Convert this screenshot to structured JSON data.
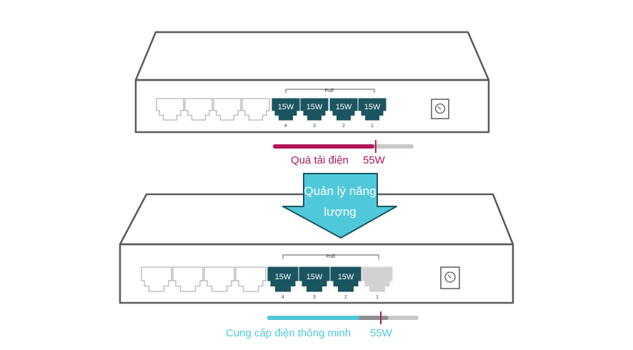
{
  "colors": {
    "outline": "#5a5a5a",
    "port_active": "#1b5560",
    "port_idle": "#d2d2d2",
    "overload": "#b0175a",
    "smart": "#4fc8d9",
    "bar_track": "#c8c8c8",
    "bar_gray_fill": "#8e8e8e",
    "arrow_fill": "#4fc8d9"
  },
  "top_switch": {
    "poe_label": "PoE",
    "ports": [
      {
        "number": "4",
        "label": "15W",
        "active": true
      },
      {
        "number": "3",
        "label": "15W",
        "active": true
      },
      {
        "number": "2",
        "label": "15W",
        "active": true
      },
      {
        "number": "1",
        "label": "15W",
        "active": true
      }
    ],
    "budget_bar": {
      "fill_fraction": 0.72,
      "marker_fraction": 0.73
    },
    "status_text": "Quá tải điện",
    "budget_text": "55W"
  },
  "arrow": {
    "line1": "Quản lý năng",
    "line2": "lượng"
  },
  "bottom_switch": {
    "poe_label": "PoE",
    "ports": [
      {
        "number": "4",
        "label": "15W",
        "active": true
      },
      {
        "number": "3",
        "label": "15W",
        "active": true
      },
      {
        "number": "2",
        "label": "15W",
        "active": true
      },
      {
        "number": "1",
        "label": "",
        "active": false
      }
    ],
    "budget_bar": {
      "fill_fraction": 0.61,
      "gray_fraction": 0.8,
      "marker_fraction": 0.75
    },
    "status_text": "Cung cấp điện thông minh",
    "budget_text": "55W"
  }
}
